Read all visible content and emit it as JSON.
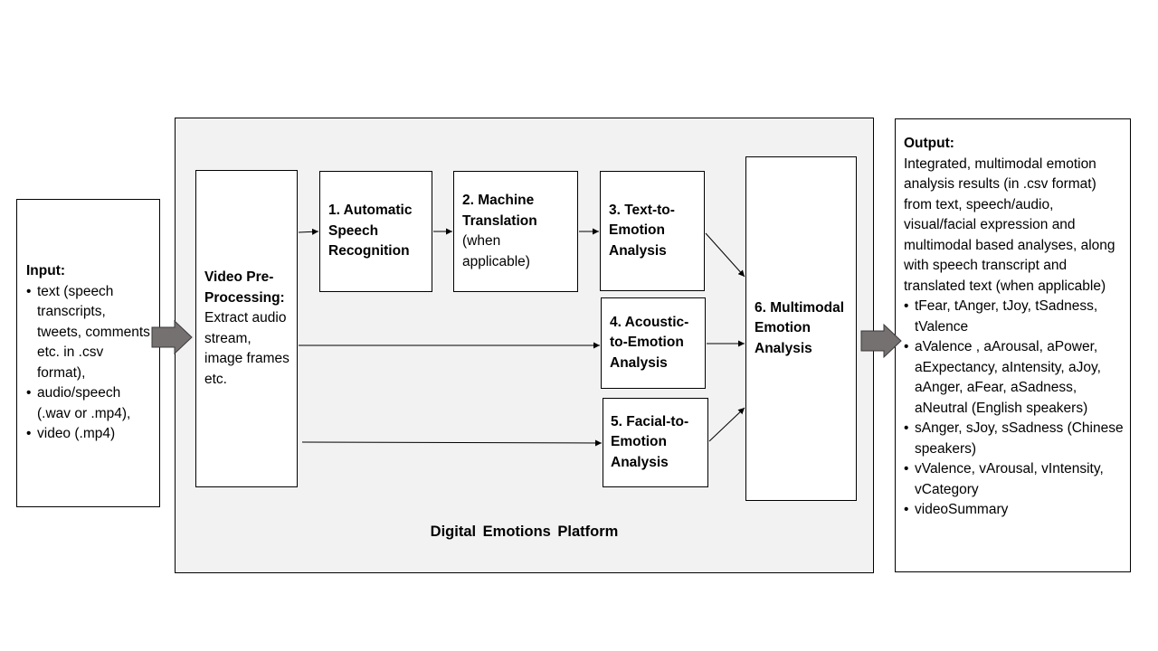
{
  "input": {
    "title": "Input:",
    "items": [
      "text (speech transcripts, tweets, comments etc. in .csv format),",
      "audio/speech (.wav or .mp4),",
      "video (.mp4)"
    ]
  },
  "platform": {
    "label": "Digital  Emotions  Platform",
    "preprocessing": {
      "title": "Video Pre-Processing:",
      "text": "Extract audio stream, image frames etc."
    },
    "asr": {
      "title": "1. Automatic Speech Recognition"
    },
    "mt": {
      "title": "2. Machine Translation",
      "text": "(when applicable)"
    },
    "text_emotion": {
      "title": "3. Text-to-Emotion Analysis"
    },
    "acoustic_emotion": {
      "title": "4. Acoustic-to-Emotion Analysis"
    },
    "facial_emotion": {
      "title": "5. Facial-to-Emotion Analysis"
    },
    "multimodal": {
      "title": "6. Multimodal Emotion Analysis"
    }
  },
  "output": {
    "title": "Output:",
    "text": "Integrated, multimodal emotion analysis results (in .csv format) from text, speech/audio, visual/facial expression and multimodal based analyses, along with speech transcript and translated text (when applicable)",
    "items": [
      "tFear, tAnger, tJoy, tSadness, tValence",
      "aValence , aArousal, aPower, aExpectancy, aIntensity, aJoy, aAnger, aFear, aSadness, aNeutral (English speakers)",
      "sAnger, sJoy, sSadness (Chinese speakers)",
      "vValence, vArousal, vIntensity, vCategory",
      "videoSummary"
    ]
  },
  "colors": {
    "arrow_fill": "#767171",
    "platform_bg": "#f2f2f2",
    "line": "#000000"
  }
}
